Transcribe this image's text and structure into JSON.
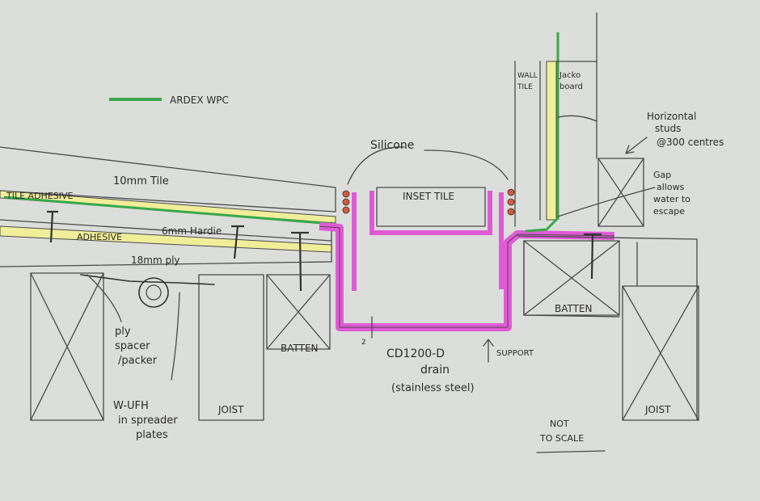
{
  "legend": {
    "swatch_label": "ARDEX WPC",
    "swatch_color": "#3aa84a"
  },
  "labels": {
    "tile": "10mm Tile",
    "tile_adhesive": "TILE ADHESIVE",
    "adhesive": "ADHESIVE",
    "hardie": "6mm Hardie",
    "ply": "18mm ply",
    "silicone": "Silicone",
    "inset_tile": "INSET TILE",
    "wall_tile": [
      "WALL",
      "TILE"
    ],
    "jacko_board": [
      "Jacko",
      "board"
    ],
    "studs": [
      "Horizontal",
      "studs",
      "@300 centres"
    ],
    "gap": [
      "Gap",
      "allows",
      "water to",
      "escape"
    ],
    "batten_right": "BATTEN",
    "batten_mid": "BATTEN",
    "joist_right": "JOIST",
    "joist_mid": "JOIST",
    "ply_spacer": [
      "ply",
      "spacer",
      "/packer"
    ],
    "wufh": [
      "W-UFH",
      "in spreader",
      "plates"
    ],
    "dimension": "2",
    "drain": [
      "CD1200-D",
      "drain",
      "(stainless steel)"
    ],
    "support": "SUPPORT",
    "not_to_scale": [
      "NOT",
      "TO SCALE"
    ]
  },
  "colors": {
    "paper": "#dcdedb",
    "pencil": "#4a4a4a",
    "membrane": "#3aa84a",
    "adhesive_fill": "#f1ee9a",
    "drain_steel": "#e05ad6",
    "silicone": "#d9583c"
  }
}
